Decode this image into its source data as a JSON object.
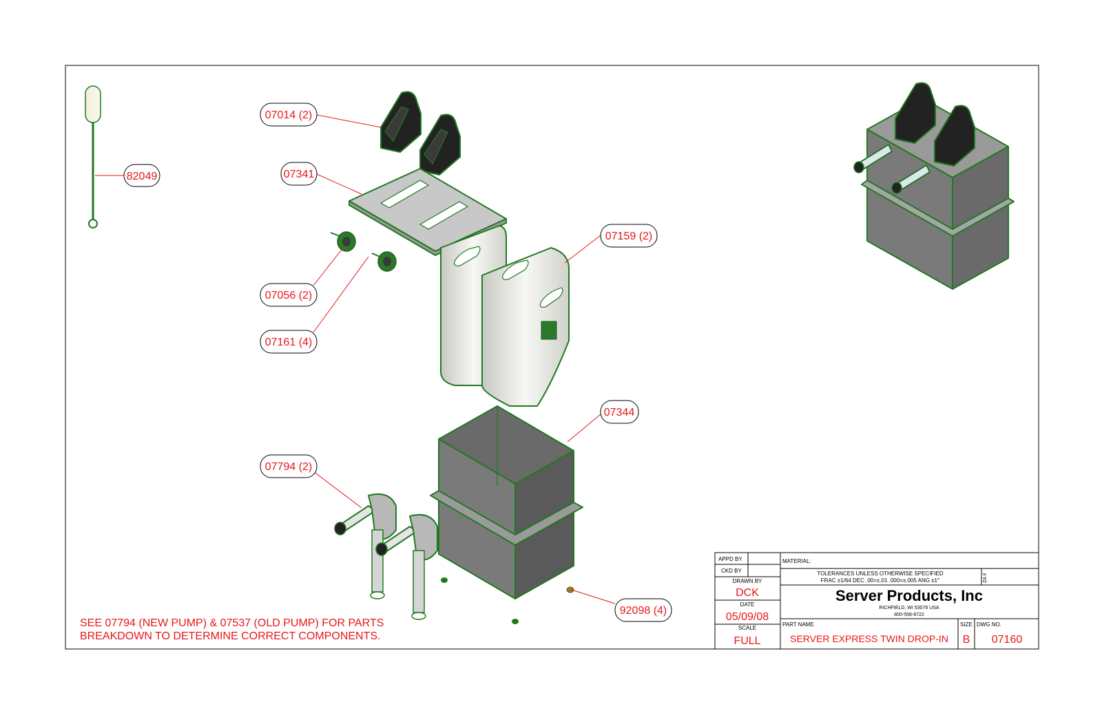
{
  "callouts": [
    {
      "id": "82049",
      "label": "82049"
    },
    {
      "id": "07014",
      "label": "07014 (2)"
    },
    {
      "id": "07341",
      "label": "07341"
    },
    {
      "id": "07159",
      "label": "07159 (2)"
    },
    {
      "id": "07056",
      "label": "07056 (2)"
    },
    {
      "id": "07161",
      "label": "07161 (4)"
    },
    {
      "id": "07344",
      "label": "07344"
    },
    {
      "id": "07794",
      "label": "07794 (2)"
    },
    {
      "id": "92098",
      "label": "92098 (4)"
    }
  ],
  "note": {
    "line1": "SEE 07794 (NEW PUMP) & 07537 (OLD PUMP) FOR PARTS",
    "line2": "BREAKDOWN TO DETERMINE CORRECT COMPONENTS."
  },
  "title_block": {
    "appd_by_label": "APPD BY",
    "ckd_by_label": "CKD BY",
    "drawn_by_label": "DRAWN BY",
    "drawn_by": "DCK",
    "date_label": "DATE",
    "date": "05/09/08",
    "scale_label": "SCALE",
    "scale": "FULL",
    "material_label": "MATERIAL:",
    "tolerances_line1": "TOLERANCES UNLESS OTHERWISE SPECIFIED",
    "tolerances_line2": "FRAC ±1/64 DEC .00=±.01 .000=±.005 ANG ±1°",
    "rev_label": "ZA #",
    "company": "Server Products, Inc",
    "address": "RICHFIELD, WI 53076 USA",
    "phone": "800-558-8722",
    "part_name_label": "PART NAME",
    "part_name": "SERVER EXPRESS TWIN DROP-IN",
    "size_label": "SIZE",
    "size": "B",
    "dwg_no_label": "DWG NO.",
    "dwg_no": "07160"
  },
  "colors": {
    "callout_text": "#e8161a",
    "outline_green": "#1f7a1f",
    "dark_gray": "#5a5a5a",
    "mid_gray": "#8a8a8a",
    "light_gray": "#d6d6d6"
  }
}
